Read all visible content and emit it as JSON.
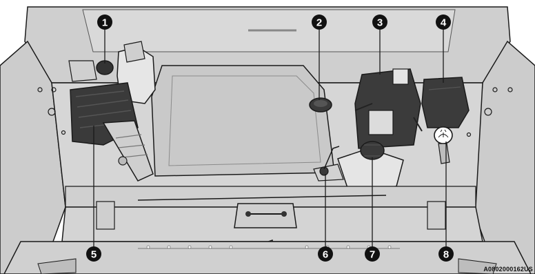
{
  "figure_id": "A0802000162US",
  "callouts": [
    {
      "label": "1"
    },
    {
      "label": "2"
    },
    {
      "label": "3"
    },
    {
      "label": "4"
    },
    {
      "label": "5"
    },
    {
      "label": "6"
    },
    {
      "label": "7"
    },
    {
      "label": "8"
    }
  ],
  "colors": {
    "background": "#d7d7d7",
    "engine_cover": "#c9c9c9",
    "dark_parts": "#3a3a3a",
    "outline": "#1a1a1a",
    "callout_fill": "#111111",
    "callout_text": "#ffffff"
  },
  "icons": {
    "washer_symbol": "windshield-washer-icon"
  }
}
